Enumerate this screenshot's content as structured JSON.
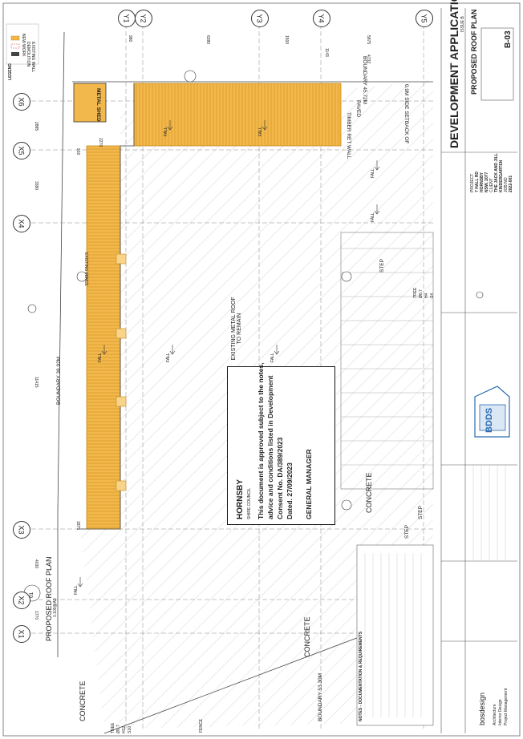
{
  "sheet": {
    "banner": "DEVELOPMENT APPLICATION",
    "title": "PROPOSED ROOF PLAN",
    "number": "B-03",
    "drawing_title": "PROPOSED ROOF PLAN",
    "drawing_scale": "1:100@A3",
    "drawing_ref": "01"
  },
  "grid": {
    "columns": [
      "X1",
      "X2",
      "X3",
      "X4",
      "X5",
      "X6"
    ],
    "rows": [
      "Y1",
      "Y2",
      "Y3",
      "Y4",
      "Y5"
    ]
  },
  "dimensions": [
    "1770",
    "4030",
    "11415",
    "3380",
    "2885",
    "2270",
    "5875",
    "4732",
    "1143",
    "1500",
    "6380",
    "980",
    "910",
    "1875"
  ],
  "labels": {
    "legend": "LEGEND",
    "legend_new": "NEW WORK",
    "legend_demo": "DEMOLITION",
    "legend_wall": "EXISTING WALL",
    "metal_shed": "METAL SHED",
    "boundary_top": "BOUNDARY 45.72M",
    "boundary_left": "BOUNDARY 39.92M",
    "boundary_bottom": "BOUNDARY 53.30M",
    "setback": "0.9M SIDE SETBACK OF",
    "existing_roof": "EXISTING METAL ROOF\nTO REMAIN",
    "paved": "PAVED",
    "timber_ret_wall": "TIMBER RET WALL",
    "concrete": "CONCRETE",
    "step": "STEP",
    "fall": "FALL",
    "tree_1": "TREE\nØ0.7\nH4\nS4",
    "tree_2": "TREE\nØ0.7\nH12\nS10",
    "fence": "FENCE",
    "existing_fence": "EXISTING FENCE"
  },
  "stamp": {
    "council": "HORNSBY",
    "council_sub": "SHIRE COUNCIL",
    "line1": "This document is approved subject to the notes,",
    "line2": "advice and conditions listed in Development",
    "line3": "Consent No. DA/389/2023",
    "line4": "Dated. 27/09/2023",
    "signatory": "GENERAL MANAGER"
  },
  "titleblock": {
    "project_label": "PROJECT",
    "project": "7 HALL RD\nHORNSBY\nNSW, 2077",
    "client_label": "CLIENT",
    "client": "THE JACK AND JILL\nKINDERGARTEN",
    "job_label": "JOB NO",
    "job": "2022-001",
    "firm": "BDDS",
    "firm_name": "bosdesign",
    "firm_services": "Architecture\nInterior Design\nProject Management",
    "issue": "ISSUE B"
  },
  "notes_title": "NOTES - DOCUMENTATION & REQUIREMENTS",
  "colors": {
    "new_work": "#f2b84b",
    "new_work_line": "#c98a1a",
    "hatch": "#999999",
    "demolition": "#d94141"
  }
}
